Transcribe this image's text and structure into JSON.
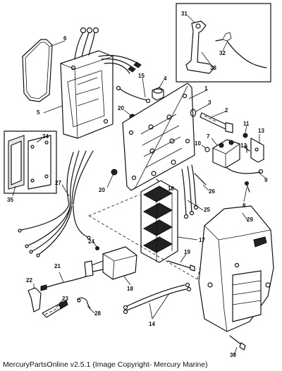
{
  "footer": "MercuryPartsOnline v2.5.1 (Image Copyright- Mercury Marine)",
  "callouts": {
    "p1": "1",
    "p2": "2",
    "p3": "3",
    "p4": "4",
    "p5": "5",
    "p6": "6",
    "p7": "7",
    "p8": "8",
    "p9": "9",
    "p10": "10",
    "p11": "11",
    "p12": "12",
    "p13": "13",
    "p14": "14",
    "p15": "15",
    "p16": "16",
    "p17": "17",
    "p18": "18",
    "p19": "19",
    "p20a": "20",
    "p20b": "20",
    "p21": "21",
    "p22": "22",
    "p23": "23",
    "p24": "24",
    "p25": "25",
    "p26": "26",
    "p27": "27",
    "p28": "28",
    "p29": "29",
    "p30": "30",
    "p31": "31",
    "p32": "32",
    "p33": "33",
    "p34": "34",
    "p35": "35"
  }
}
